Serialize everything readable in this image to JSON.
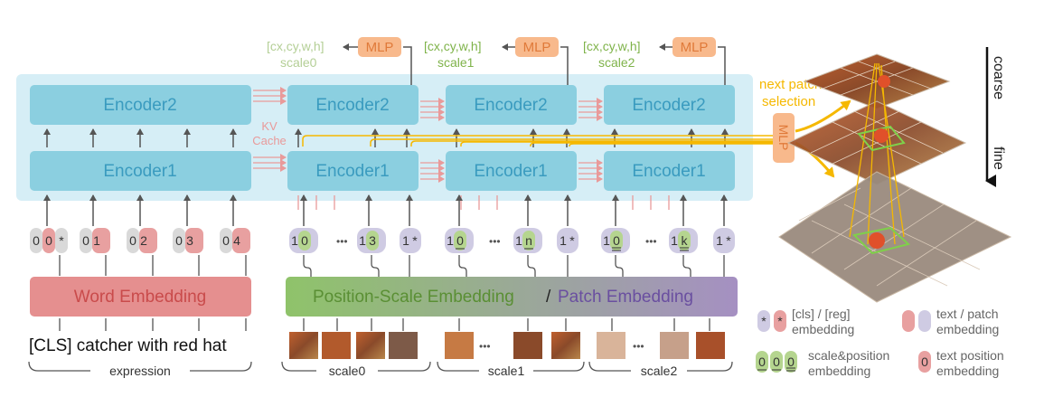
{
  "encoders": {
    "enc2": "Encoder2",
    "enc1": "Encoder1"
  },
  "kv_cache": {
    "line1": "KV",
    "line2": "Cache"
  },
  "heads": [
    {
      "output": "[cx,cy,w,h]",
      "scale": "scale0",
      "mlp": "MLP"
    },
    {
      "output": "[cx,cy,w,h]",
      "scale": "scale1",
      "mlp": "MLP"
    },
    {
      "output": "[cx,cy,w,h]",
      "scale": "scale2",
      "mlp": "MLP"
    }
  ],
  "next_patch": {
    "line1": "next patch",
    "line2": "selection",
    "mlp": "MLP"
  },
  "axis": {
    "coarse": "coarse",
    "fine": "fine"
  },
  "word_embedding": "Word Embedding",
  "pos_scale_embedding": "Position-Scale Embedding",
  "slash": "/",
  "patch_embedding": "Patch Embedding",
  "expression_text": "[CLS] catcher with red hat",
  "brace_labels": {
    "expression": "expression",
    "scale0": "scale0",
    "scale1": "scale1",
    "scale2": "scale2"
  },
  "ellipsis": "•••",
  "tokens": {
    "text": [
      {
        "pos": "0",
        "val": "0",
        "star": "*"
      },
      {
        "pos": "0",
        "val": "1"
      },
      {
        "pos": "0",
        "val": "2"
      },
      {
        "pos": "0",
        "val": "3"
      },
      {
        "pos": "0",
        "val": "4"
      }
    ],
    "patch": [
      {
        "a": "1",
        "b": "0"
      },
      {
        "a": "1",
        "b": "3"
      },
      {
        "a": "1",
        "b": "*"
      },
      {
        "a": "1",
        "b": "0"
      },
      {
        "a": "1",
        "b": "n"
      },
      {
        "a": "1",
        "b": "*"
      },
      {
        "a": "1",
        "b": "0"
      },
      {
        "a": "1",
        "b": "k"
      },
      {
        "a": "1",
        "b": "*"
      }
    ]
  },
  "legend": {
    "cls_reg": "[cls] / [reg]",
    "cls_reg2": "embedding",
    "text_patch": "text / patch",
    "text_patch2": "embedding",
    "scale_pos": "scale&position",
    "scale_pos2": "embedding",
    "text_pos": "text position",
    "text_pos2": "embedding",
    "star": "*",
    "zero": "0"
  },
  "colors": {
    "panel": "#d6eef6",
    "encoder": "#8bcfe0",
    "encoder_text": "#3a9bbf",
    "mlp": "#f8b98c",
    "mlp_text": "#e07a3a",
    "kv": "#e99a9a",
    "word_emb": "#e58f8f",
    "word_emb_text": "#c94b4b",
    "yellow": "#f5b800",
    "green_text": "#7fb34a",
    "gray_token": "#d9d9d9",
    "pink_token": "#e8a0a0",
    "purple_token": "#cfcbe3"
  }
}
